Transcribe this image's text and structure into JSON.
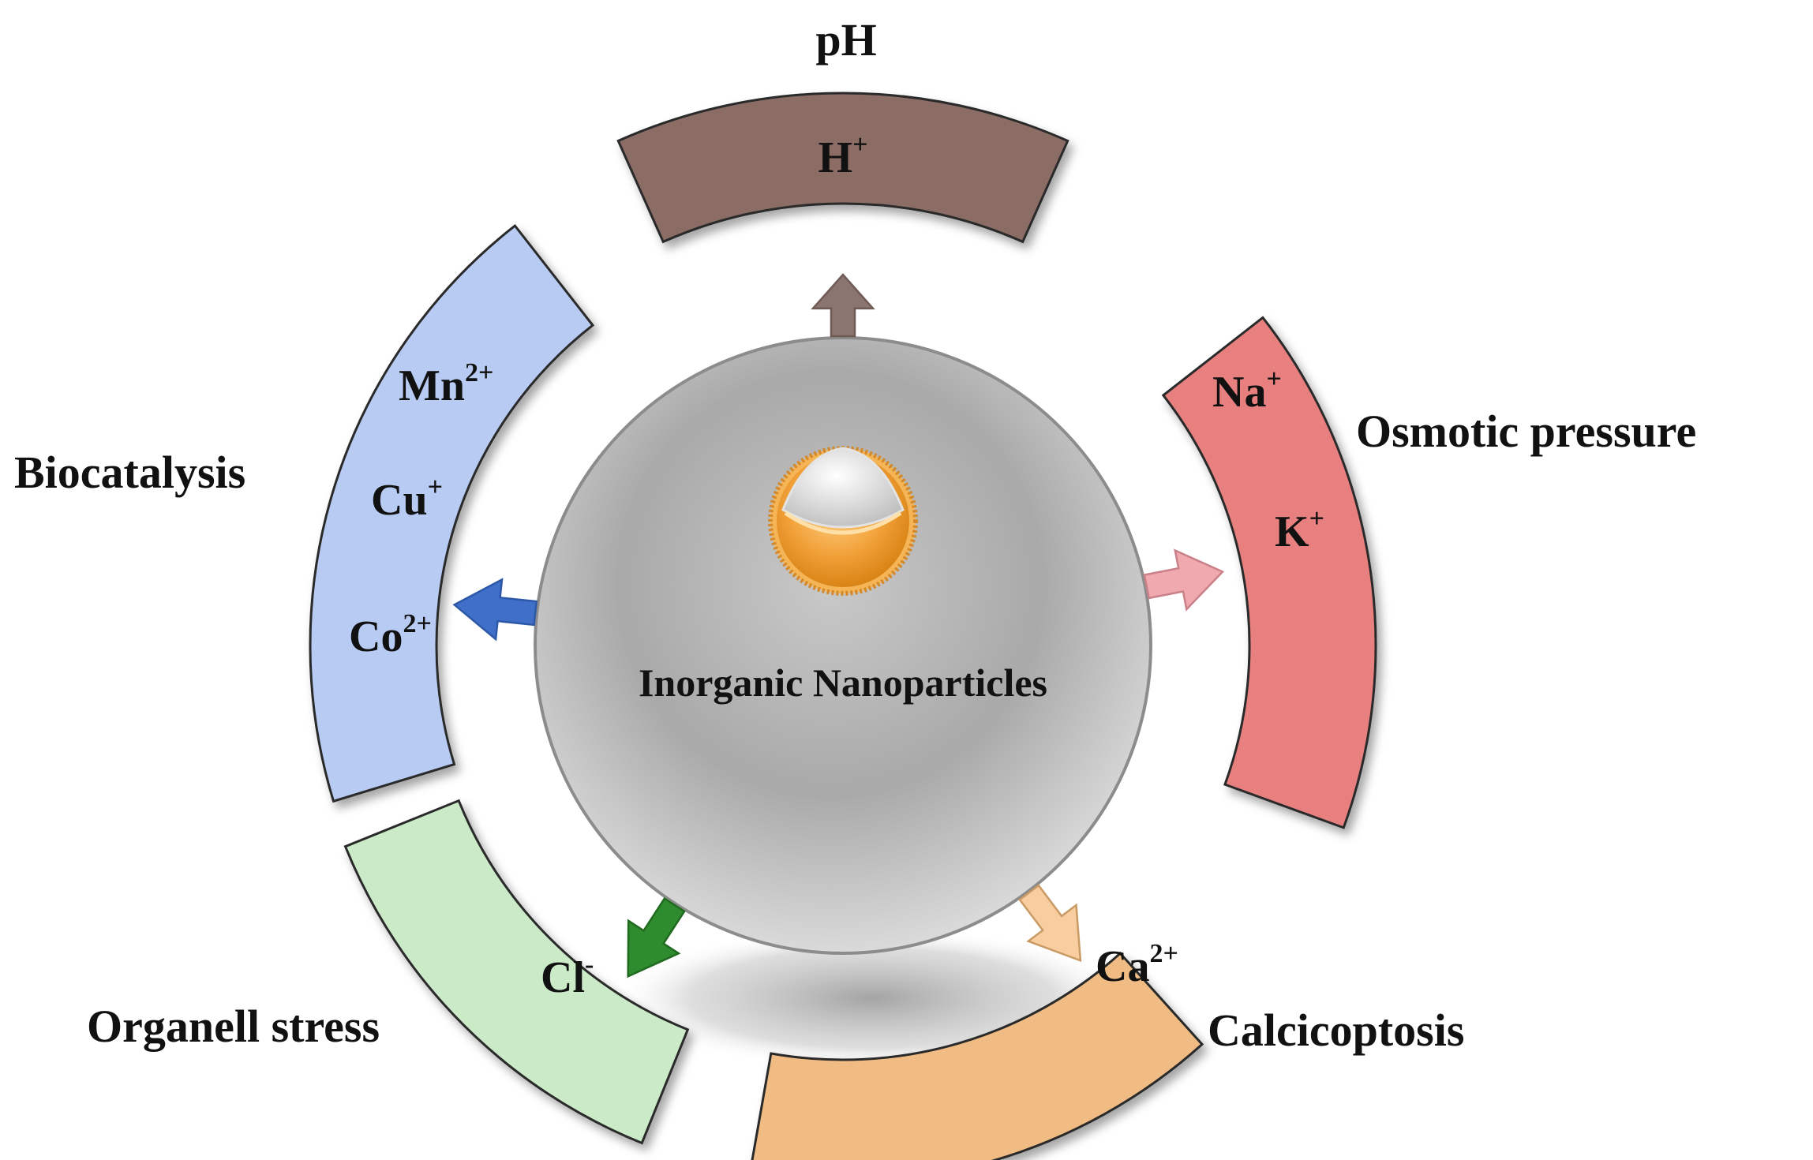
{
  "diagram": {
    "center_label": "Inorganic  Nanoparticles",
    "categories": {
      "ph": {
        "label": "pH",
        "color": "#8b6d66",
        "arrow_color": "#8a7570",
        "ions": [
          {
            "base": "H",
            "charge": "+"
          }
        ]
      },
      "osmotic": {
        "label": "Osmotic pressure",
        "color": "#e88080",
        "arrow_color": "#f1a9b0",
        "ions": [
          {
            "base": "Na",
            "charge": "+"
          },
          {
            "base": "K",
            "charge": "+"
          }
        ]
      },
      "calcicoptosis": {
        "label": "Calcicoptosis",
        "color": "#f0bc84",
        "arrow_color": "#f8cda0",
        "ions": [
          {
            "base": "Ca",
            "charge": "2+"
          }
        ]
      },
      "organell": {
        "label": "Organell stress",
        "color": "#cbeac8",
        "arrow_color": "#2e8b2e",
        "ions": [
          {
            "base": "Cl",
            "charge": "-"
          }
        ]
      },
      "biocatalysis": {
        "label": "Biocatalysis",
        "color": "#b7cbf3",
        "arrow_color": "#3f6fc8",
        "ions": [
          {
            "base": "Mn",
            "charge": "2+"
          },
          {
            "base": "Cu",
            "charge": "+"
          },
          {
            "base": "Co",
            "charge": "2+"
          }
        ]
      }
    }
  }
}
